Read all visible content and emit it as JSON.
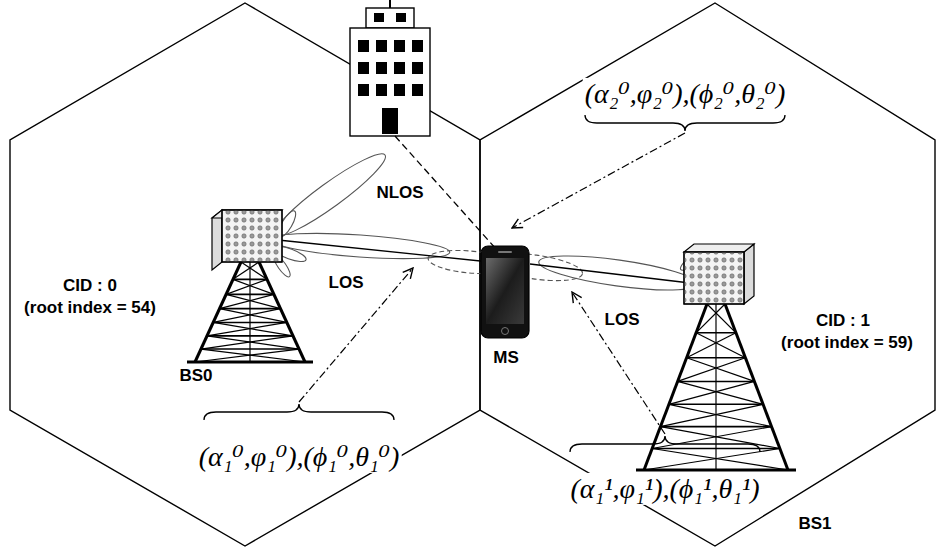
{
  "diagram": {
    "labels": [
      "NLOS",
      "LOS",
      "LOS",
      "CID : 0",
      "(root index = 54)",
      "BS0",
      "MS",
      "CID : 1",
      "(root index = 59)",
      "BS1",
      "(α₂⁰,φ₂⁰),(ϕ₂⁰,θ₂⁰)",
      "(α₁⁰,φ₁⁰),(ϕ₁⁰,θ₁⁰)",
      "(α₁¹,φ₁¹),(ϕ₁¹,θ₁¹)"
    ]
  }
}
